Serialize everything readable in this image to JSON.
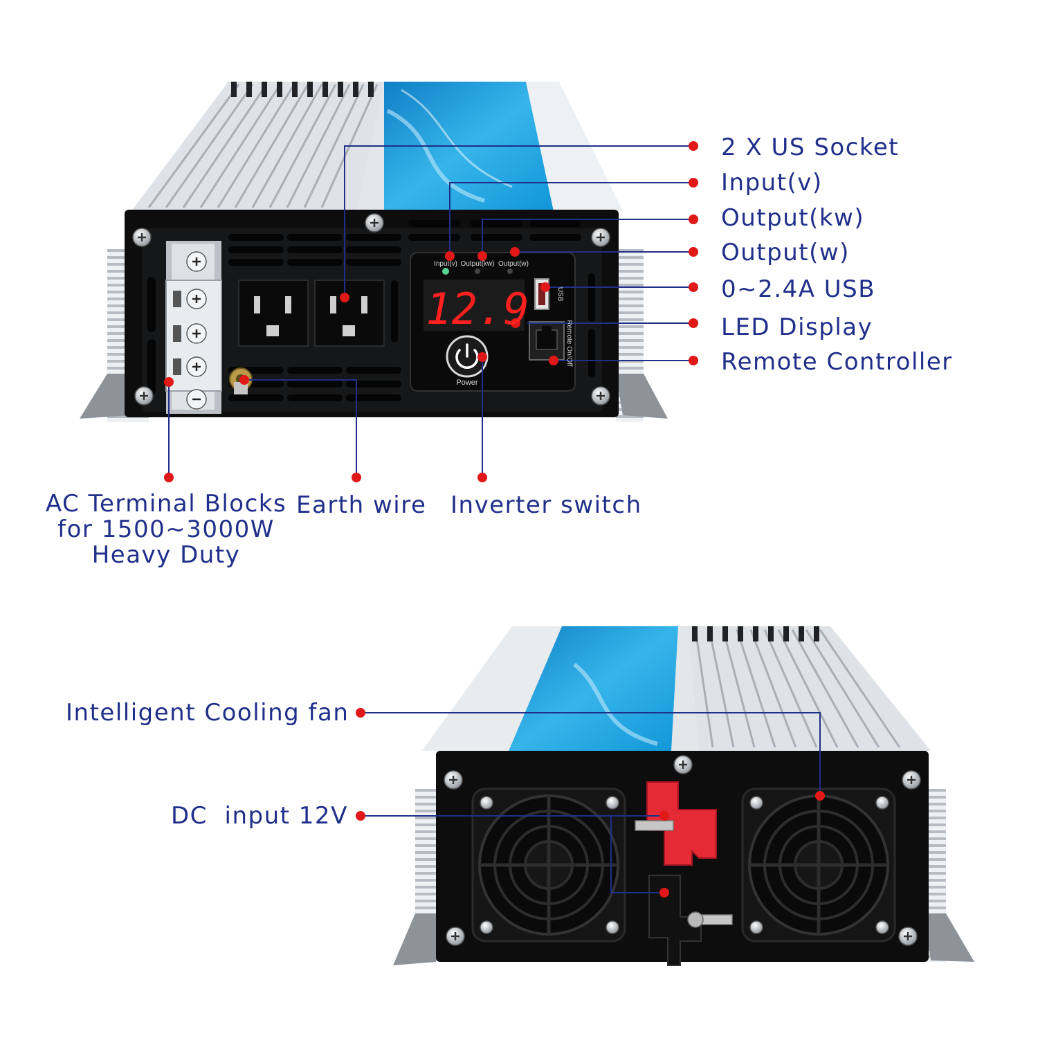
{
  "colors": {
    "label_text": "#1f2f8a",
    "leader_line": "#1f2f8a",
    "dot": "#e01818",
    "panel": "#111111",
    "body_silver": "#d9dde1",
    "blue_label": "#1aa0dd",
    "led_red": "#ff2020",
    "terminal_red": "#e52a36"
  },
  "front_callouts": {
    "us_socket": "2 X US Socket",
    "input_v": "Input(v)",
    "output_kw": "Output(kw)",
    "output_w": "Output(w)",
    "usb": "0~2.4A USB",
    "led_display": "LED Display",
    "remote_controller": "Remote Controller",
    "ac_terminal_lines": [
      "AC Terminal Blocks",
      "for 1500~3000W",
      "Heavy Duty"
    ],
    "earth_wire": "Earth wire",
    "inverter_switch": "Inverter switch"
  },
  "rear_callouts": {
    "cooling_fan": "Intelligent Cooling fan",
    "dc_input": "DC  input 12V"
  },
  "panel_text": {
    "indicator_input": "Input(v)",
    "indicator_output_kw": "Output(kw)",
    "indicator_output_w": "Output(w)",
    "display_value": "12.9",
    "power_label": "Power",
    "usb_label": "USB",
    "remote_label": "Remote On/Off"
  },
  "icons": [
    "power-icon",
    "screw-icon",
    "fan-icon",
    "us-outlet-icon",
    "usb-port-icon",
    "rj11-port-icon"
  ]
}
